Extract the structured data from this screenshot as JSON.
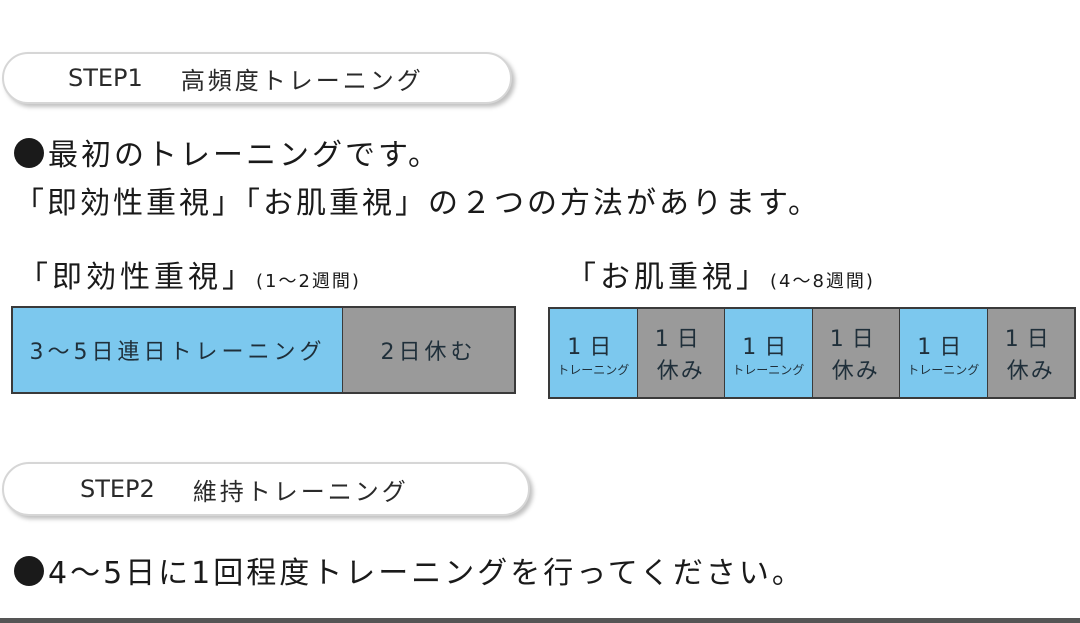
{
  "step1": {
    "step_label": "STEP1",
    "title": "高頻度トレーニング"
  },
  "intro": {
    "line1": "最初のトレーニングです。",
    "line2": "「即効性重視」「お肌重視」の２つの方法があります。"
  },
  "plan_quick": {
    "heading": "「即効性重視」",
    "duration": "(1～2週間)",
    "segments": [
      {
        "label": "3～5日連日トレーニング",
        "type": "training"
      },
      {
        "label": "2日休む",
        "type": "rest"
      }
    ]
  },
  "plan_skin": {
    "heading": "「お肌重視」",
    "duration": "(4～8週間)",
    "segments": [
      {
        "num": "1日",
        "label": "トレーニング",
        "type": "training"
      },
      {
        "num": "1日",
        "label": "休み",
        "type": "rest"
      },
      {
        "num": "1日",
        "label": "トレーニング",
        "type": "training"
      },
      {
        "num": "1日",
        "label": "休み",
        "type": "rest"
      },
      {
        "num": "1日",
        "label": "トレーニング",
        "type": "training"
      },
      {
        "num": "1日",
        "label": "休み",
        "type": "rest"
      }
    ]
  },
  "step2": {
    "step_label": "STEP2",
    "title": "維持トレーニング"
  },
  "maintenance": {
    "line": "4～5日に1回程度トレーニングを行ってください。"
  },
  "colors": {
    "training": "#7cc8ee",
    "rest": "#9a9a9a",
    "border": "#3a3a3a"
  }
}
